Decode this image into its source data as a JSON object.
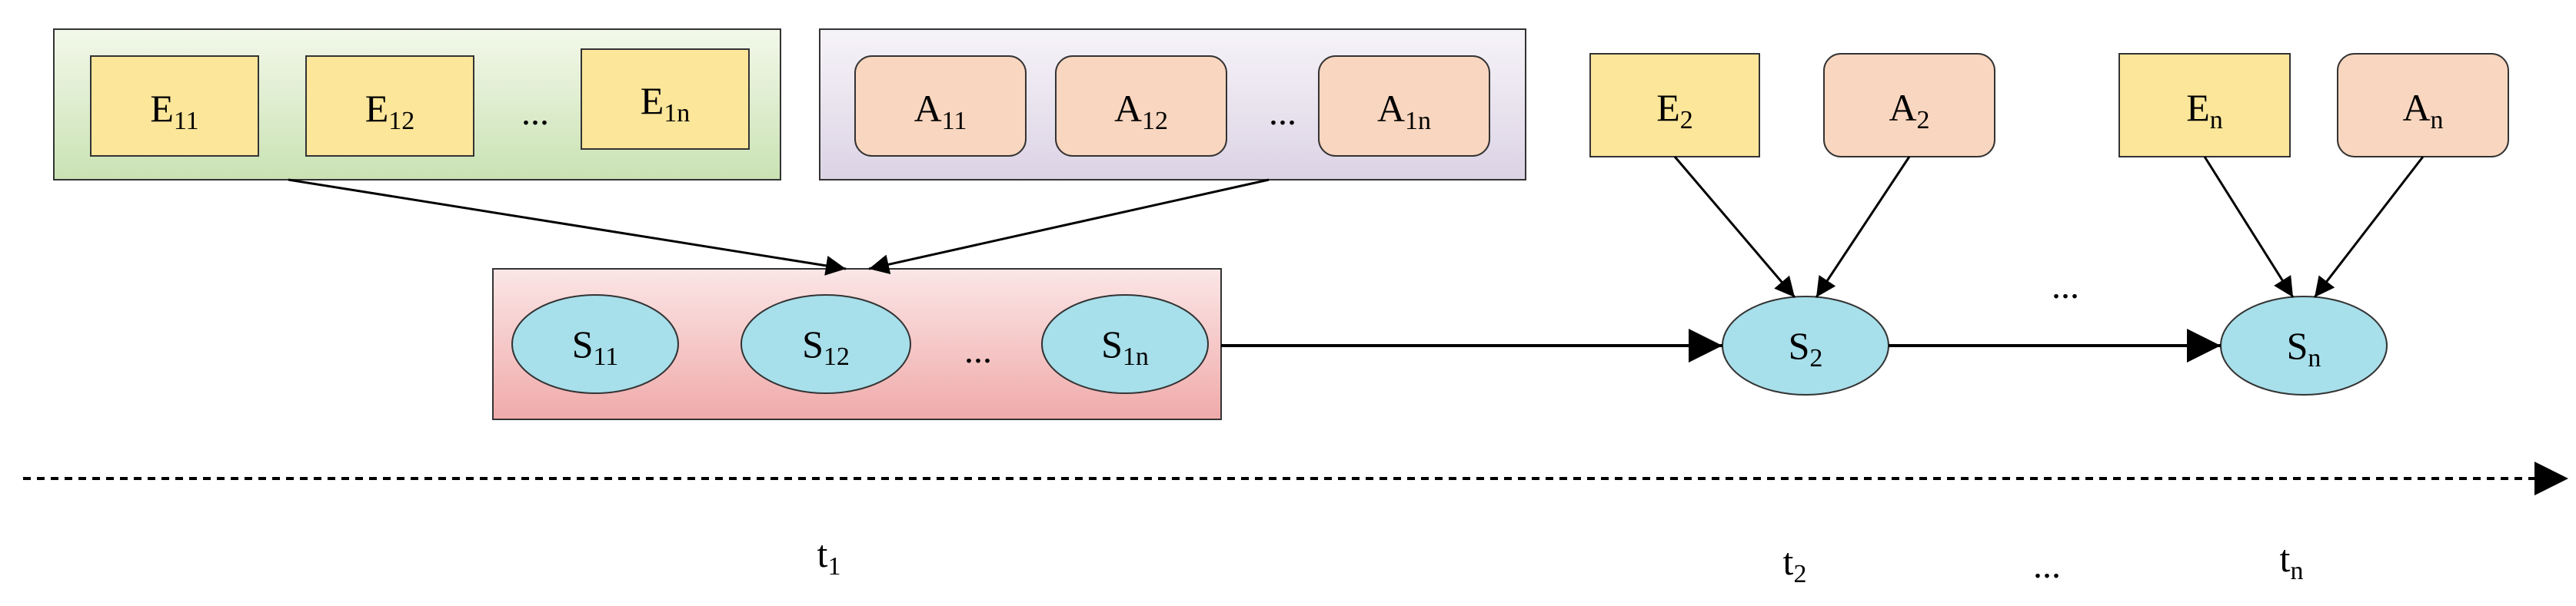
{
  "groups": {
    "e_group": {
      "items": [
        {
          "letter": "E",
          "sub": "11"
        },
        {
          "letter": "E",
          "sub": "12"
        },
        {
          "letter": "E",
          "sub": "1n"
        }
      ],
      "ellipsis": "..."
    },
    "a_group": {
      "items": [
        {
          "letter": "A",
          "sub": "11"
        },
        {
          "letter": "A",
          "sub": "12"
        },
        {
          "letter": "A",
          "sub": "1n"
        }
      ],
      "ellipsis": "..."
    },
    "s_group": {
      "items": [
        {
          "letter": "S",
          "sub": "11"
        },
        {
          "letter": "S",
          "sub": "12"
        },
        {
          "letter": "S",
          "sub": "1n"
        }
      ],
      "ellipsis": "..."
    }
  },
  "step2": {
    "e": {
      "letter": "E",
      "sub": "2"
    },
    "a": {
      "letter": "A",
      "sub": "2"
    },
    "s": {
      "letter": "S",
      "sub": "2"
    }
  },
  "stepn": {
    "e": {
      "letter": "E",
      "sub": "n"
    },
    "a": {
      "letter": "A",
      "sub": "n"
    },
    "s": {
      "letter": "S",
      "sub": "n"
    }
  },
  "mid_ellipsis": "...",
  "timeline": {
    "labels": [
      {
        "letter": "t",
        "sub": "1"
      },
      {
        "letter": "t",
        "sub": "2"
      },
      {
        "letter": "t",
        "sub": "n"
      }
    ],
    "ellipsis": "..."
  },
  "colors": {
    "e_box": "#fbe69a",
    "a_box": "#f9d6bf",
    "s_node": "#a7dfea",
    "e_group_top": "#f3f8ea",
    "e_group_bottom": "#c9e2b3",
    "a_group_top": "#f6f3f8",
    "a_group_bottom": "#dcd3e5",
    "s_group_top": "#fbe6e6",
    "s_group_bottom": "#f0aaaa"
  }
}
